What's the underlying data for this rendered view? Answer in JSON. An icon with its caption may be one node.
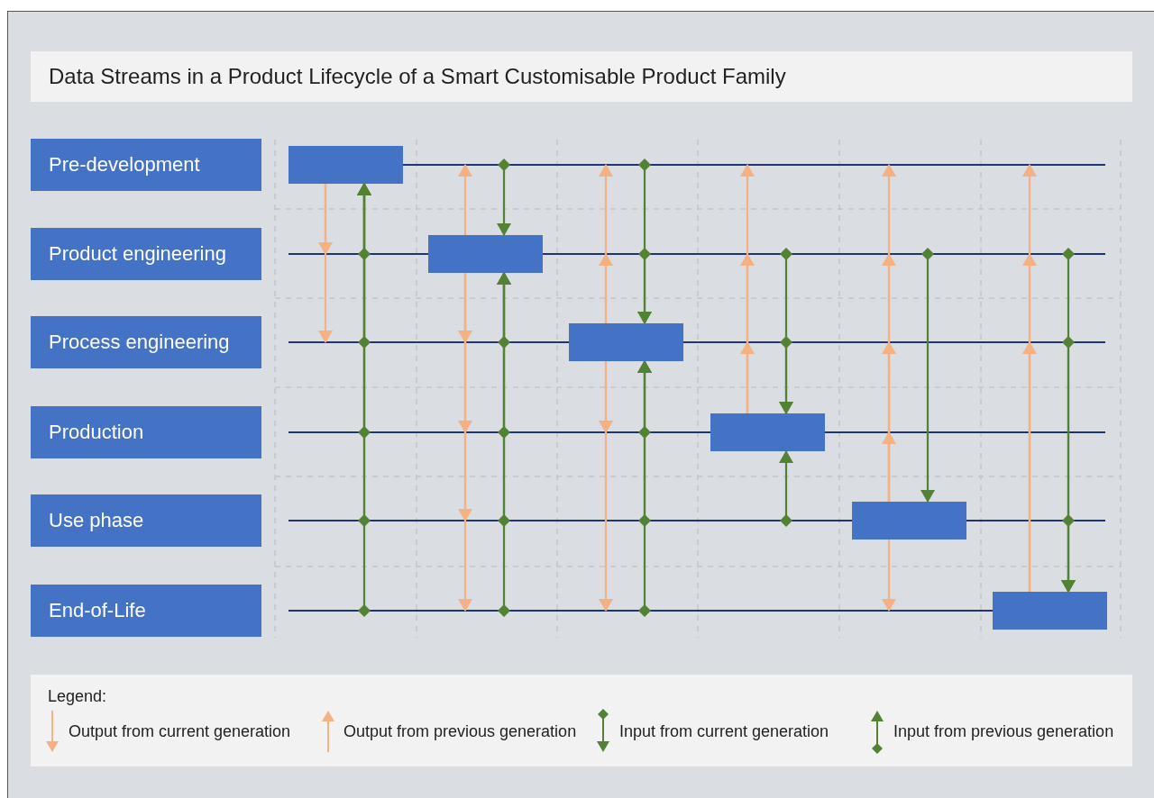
{
  "diagram": {
    "title": "Data Streams in a Product Lifecycle of a Smart Customisable Product Family",
    "nodes": [
      {
        "text": [
          "Pre-development"
        ]
      },
      {
        "text": [
          "Product engineering"
        ]
      },
      {
        "text": [
          "Process engineering"
        ]
      },
      {
        "text": [
          "Production"
        ]
      },
      {
        "text": [
          "Use phase"
        ]
      },
      {
        "text": [
          "End-of-Life"
        ]
      },
      {
        "text": [],
        "shape": "line"
      },
      {
        "text": [],
        "shape": "line"
      },
      {
        "text": [],
        "shape": "line"
      },
      {
        "text": [],
        "shape": "line"
      },
      {
        "text": [],
        "shape": "line"
      },
      {
        "text": [],
        "shape": "line"
      },
      {
        "text": [],
        "shape": "bar"
      },
      {
        "text": [],
        "shape": "bar"
      },
      {
        "text": [],
        "shape": "bar"
      },
      {
        "text": [],
        "shape": "bar"
      },
      {
        "text": [],
        "shape": "bar"
      },
      {
        "text": [],
        "shape": "bar"
      }
    ],
    "edges": [
      {
        "from": 12,
        "to": 7,
        "arrow": "to",
        "color": "#f4b183"
      },
      {
        "from": 12,
        "to": 8,
        "arrow": "to",
        "color": "#f4b183"
      },
      {
        "from": 7,
        "to": 12,
        "arrow": "to",
        "color": "#538135"
      },
      {
        "from": 8,
        "to": 12,
        "arrow": "to",
        "color": "#538135"
      },
      {
        "from": 9,
        "to": 12,
        "arrow": "to",
        "color": "#538135"
      },
      {
        "from": 10,
        "to": 12,
        "arrow": "to",
        "color": "#538135"
      },
      {
        "from": 11,
        "to": 12,
        "arrow": "to",
        "color": "#538135"
      },
      {
        "from": 13,
        "to": 6,
        "arrow": "to",
        "color": "#f4b183"
      },
      {
        "from": 13,
        "to": 8,
        "arrow": "to",
        "color": "#f4b183"
      },
      {
        "from": 13,
        "to": 9,
        "arrow": "to",
        "color": "#f4b183"
      },
      {
        "from": 13,
        "to": 10,
        "arrow": "to",
        "color": "#f4b183"
      },
      {
        "from": 13,
        "to": 11,
        "arrow": "to",
        "color": "#f4b183"
      },
      {
        "from": 6,
        "to": 13,
        "arrow": "to",
        "color": "#538135"
      },
      {
        "from": 8,
        "to": 13,
        "arrow": "to",
        "color": "#538135"
      },
      {
        "from": 9,
        "to": 13,
        "arrow": "to",
        "color": "#538135"
      },
      {
        "from": 10,
        "to": 13,
        "arrow": "to",
        "color": "#538135"
      },
      {
        "from": 11,
        "to": 13,
        "arrow": "to",
        "color": "#538135"
      },
      {
        "from": 14,
        "to": 7,
        "arrow": "to",
        "color": "#f4b183"
      },
      {
        "from": 14,
        "to": 6,
        "arrow": "to",
        "color": "#f4b183"
      },
      {
        "from": 14,
        "to": 9,
        "arrow": "to",
        "color": "#f4b183"
      },
      {
        "from": 14,
        "to": 11,
        "arrow": "to",
        "color": "#f4b183"
      },
      {
        "from": 6,
        "to": 14,
        "arrow": "to",
        "color": "#538135"
      },
      {
        "from": 7,
        "to": 14,
        "arrow": "to",
        "color": "#538135"
      },
      {
        "from": 9,
        "to": 14,
        "arrow": "to",
        "color": "#538135"
      },
      {
        "from": 10,
        "to": 14,
        "arrow": "to",
        "color": "#538135"
      },
      {
        "from": 11,
        "to": 14,
        "arrow": "to",
        "color": "#538135"
      },
      {
        "from": 15,
        "to": 8,
        "arrow": "to",
        "color": "#f4b183"
      },
      {
        "from": 15,
        "to": 7,
        "arrow": "to",
        "color": "#f4b183"
      },
      {
        "from": 15,
        "to": 6,
        "arrow": "to",
        "color": "#f4b183"
      },
      {
        "from": 7,
        "to": 15,
        "arrow": "to",
        "color": "#538135"
      },
      {
        "from": 8,
        "to": 15,
        "arrow": "to",
        "color": "#538135"
      },
      {
        "from": 10,
        "to": 15,
        "arrow": "to",
        "color": "#538135"
      },
      {
        "from": 16,
        "to": 9,
        "arrow": "to",
        "color": "#f4b183"
      },
      {
        "from": 16,
        "to": 8,
        "arrow": "to",
        "color": "#f4b183"
      },
      {
        "from": 16,
        "to": 7,
        "arrow": "to",
        "color": "#f4b183"
      },
      {
        "from": 16,
        "to": 6,
        "arrow": "to",
        "color": "#f4b183"
      },
      {
        "from": 16,
        "to": 11,
        "arrow": "to",
        "color": "#f4b183"
      },
      {
        "from": 7,
        "to": 16,
        "arrow": "to",
        "color": "#538135"
      },
      {
        "from": 17,
        "to": 8,
        "arrow": "to",
        "color": "#f4b183"
      },
      {
        "from": 17,
        "to": 7,
        "arrow": "to",
        "color": "#f4b183"
      },
      {
        "from": 17,
        "to": 6,
        "arrow": "to",
        "color": "#f4b183"
      },
      {
        "from": 7,
        "to": 17,
        "arrow": "to",
        "color": "#538135"
      },
      {
        "from": 8,
        "to": 17,
        "arrow": "to",
        "color": "#538135"
      },
      {
        "from": 10,
        "to": 17,
        "arrow": "to",
        "color": "#538135"
      }
    ],
    "labels": [
      "Legend:"
    ],
    "legend": [
      {
        "text": "Output from current generation"
      },
      {
        "text": "Output from previous generation"
      },
      {
        "text": "Input from current generation"
      },
      {
        "text": "Input from previous generation"
      }
    ]
  }
}
